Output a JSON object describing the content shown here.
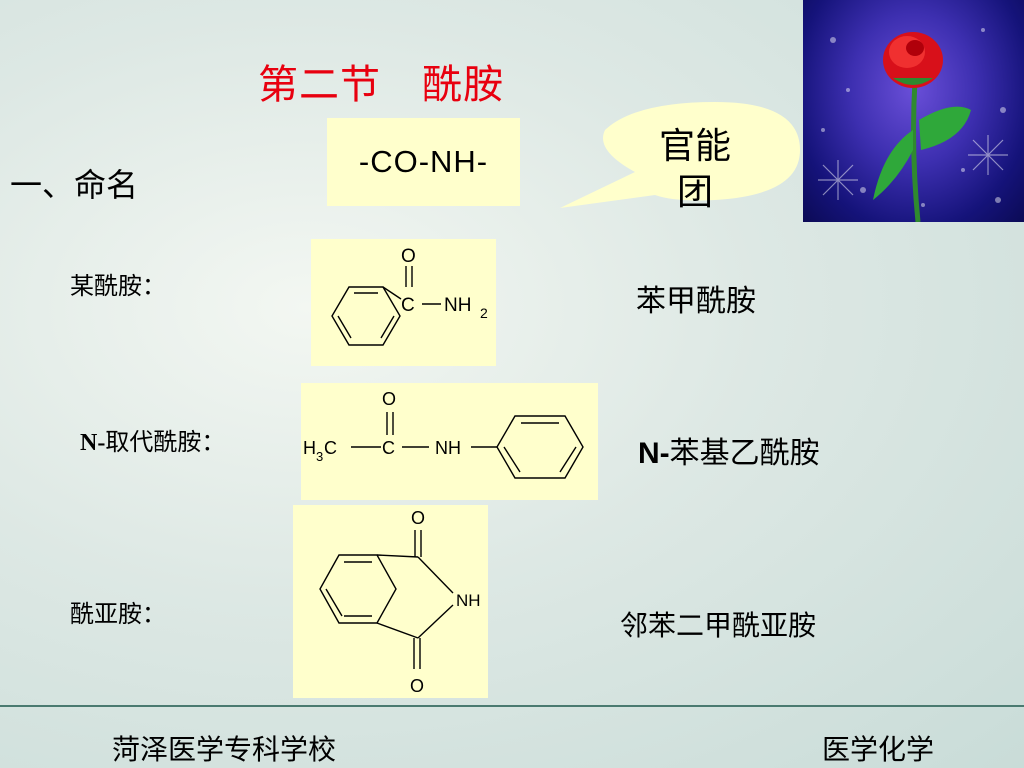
{
  "slide": {
    "title": "第二节   酰胺",
    "section_heading": "一、命名",
    "functional_group_formula": "-CO-NH-",
    "callout": {
      "line1": "官能",
      "line2": "团"
    },
    "rows": [
      {
        "label": "某酰胺：",
        "name": "苯甲酰胺"
      },
      {
        "label_prefix": "N-",
        "label": "取代酰胺：",
        "name_prefix": "N-",
        "name": "苯基乙酰胺"
      },
      {
        "label": "酰亚胺：",
        "name": "邻苯二甲酰亚胺"
      }
    ],
    "structures": {
      "benzamide": {
        "O": "O",
        "C": "C",
        "N": "NH",
        "sub": "2"
      },
      "acetanilide": {
        "O": "O",
        "H": "H",
        "sub3": "3",
        "C1": "C",
        "C2": "C",
        "NH": "NH"
      },
      "phthalimide": {
        "O_top": "O",
        "O_bottom": "O",
        "NH": "NH"
      }
    },
    "footer": {
      "left": "菏泽医学专科学校",
      "right": "医学化学"
    }
  },
  "colors": {
    "title": "#e8000f",
    "box_fill": "#ffffcc",
    "footer_line": "#4a7a70"
  }
}
